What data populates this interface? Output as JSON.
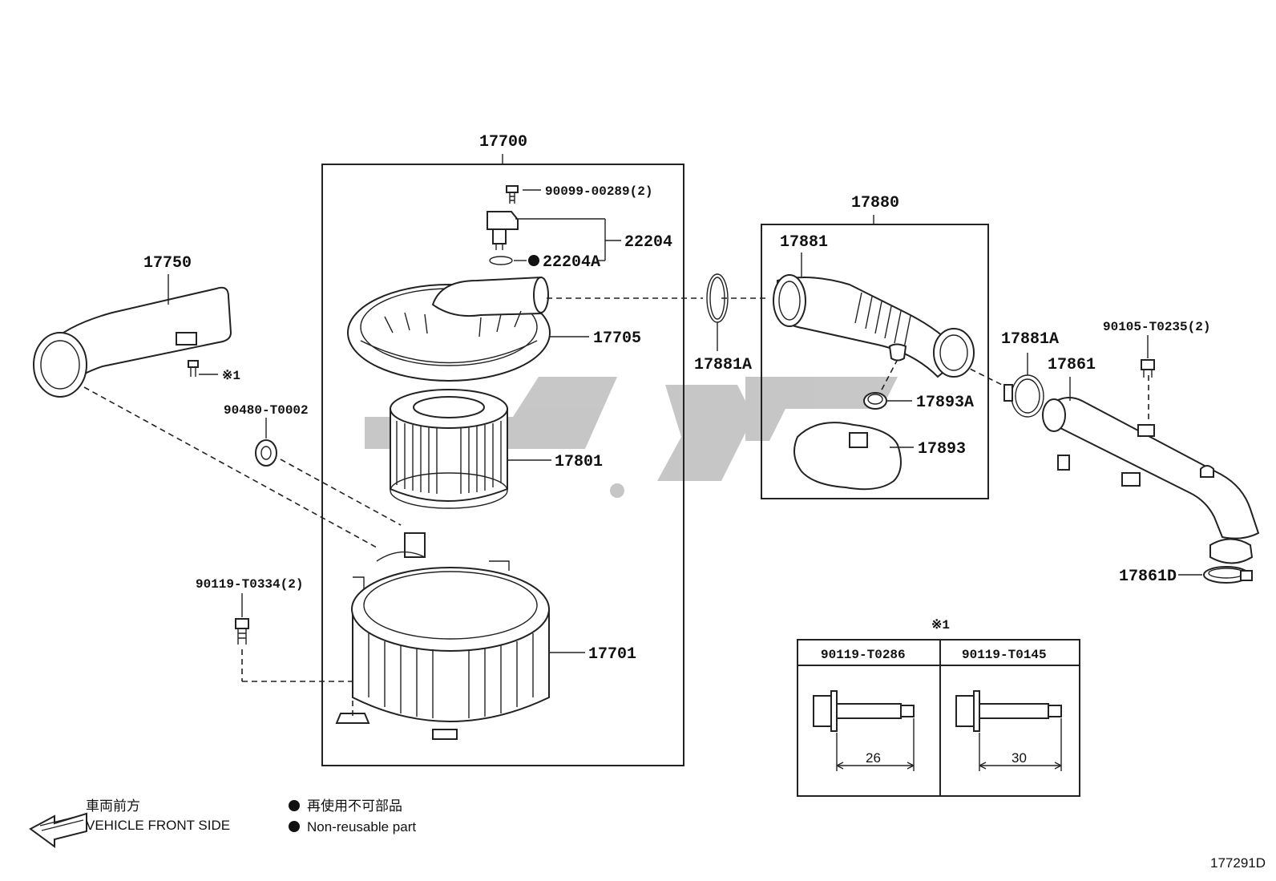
{
  "title_code": "177291D",
  "callouts": {
    "assy_17700": "17700",
    "p90099": "90099-00289(2)",
    "p22204": "22204",
    "p22204A": "22204A",
    "p17705": "17705",
    "p17801": "17801",
    "p17701": "17701",
    "p17750": "17750",
    "p90480": "90480-T0002",
    "p90119_t0334": "90119-T0334(2)",
    "mark1_left": "※1",
    "assy_17880": "17880",
    "p17881": "17881",
    "p17881A_left": "17881A",
    "p17893A": "17893A",
    "p17893": "17893",
    "p17881A_right": "17881A",
    "p90105": "90105-T0235(2)",
    "p17861": "17861",
    "p17861D": "17861D"
  },
  "variant_table": {
    "mark": "※1",
    "columns": [
      {
        "part": "90119-T0286",
        "length": "26"
      },
      {
        "part": "90119-T0145",
        "length": "30"
      }
    ]
  },
  "legend": {
    "direction_jp": "車両前方",
    "direction_en": "VEHICLE FRONT SIDE",
    "nonreusable_jp": "再使用不可部品",
    "nonreusable_en": "Non-reusable part"
  }
}
